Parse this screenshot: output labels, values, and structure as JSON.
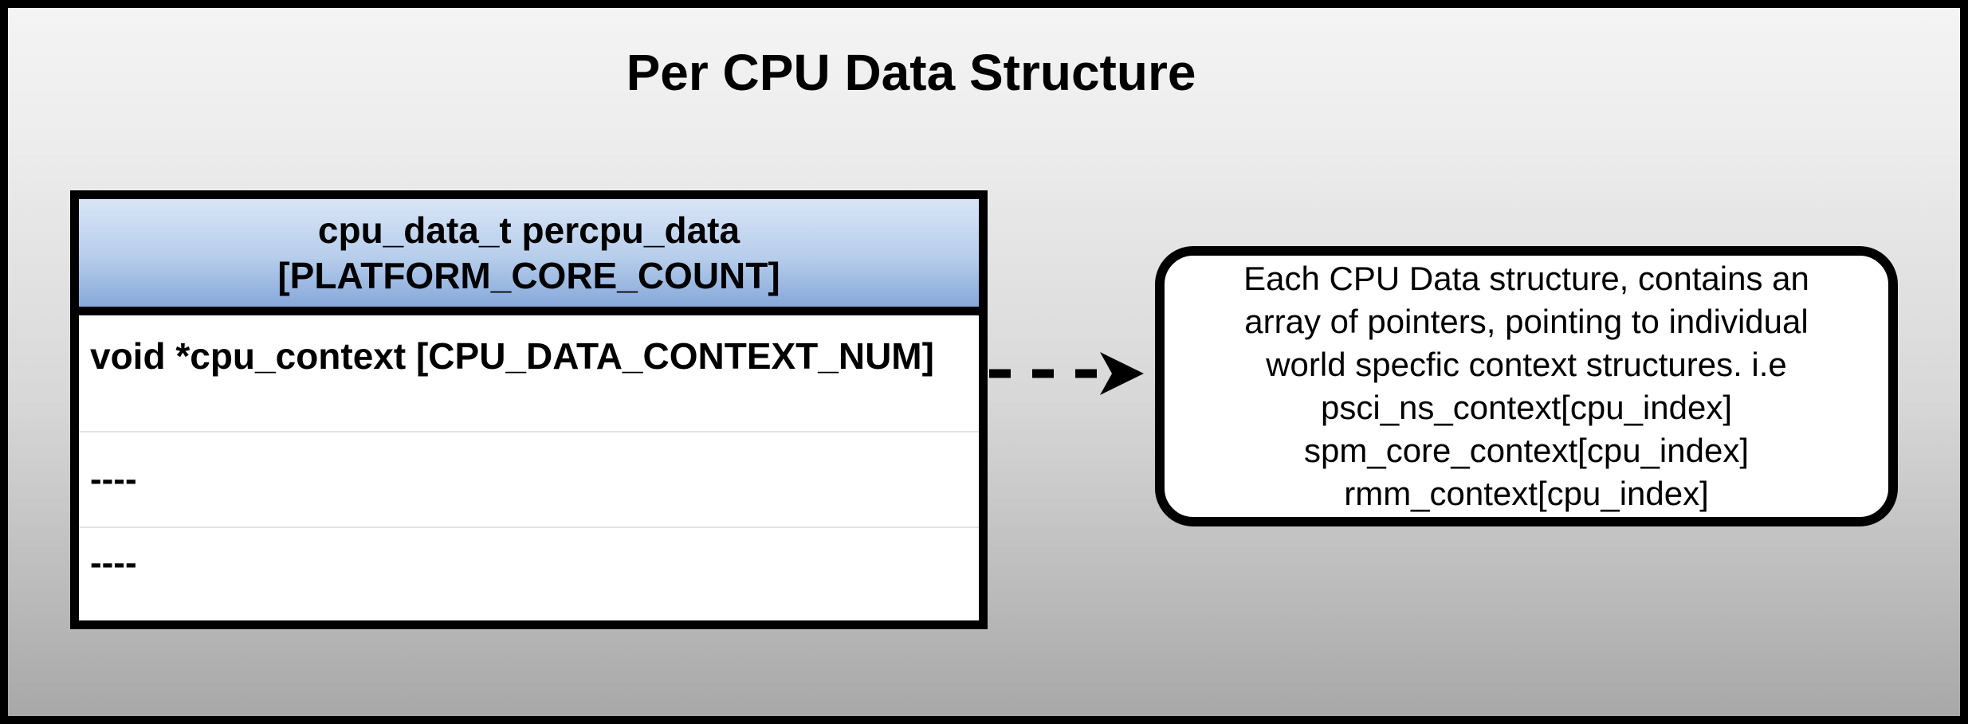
{
  "title": "Per CPU Data Structure",
  "table": {
    "header_line1": "cpu_data_t percpu_data",
    "header_line2": "[PLATFORM_CORE_COUNT]",
    "rows": [
      {
        "text": "void *cpu_context [CPU_DATA_CONTEXT_NUM]"
      },
      {
        "text": "----"
      },
      {
        "text": "----"
      }
    ]
  },
  "callout": {
    "lines": [
      "Each CPU Data structure, contains an",
      "array of pointers, pointing to individual",
      "world specfic context structures. i.e",
      "psci_ns_context[cpu_index]",
      "spm_core_context[cpu_index]",
      "rmm_context[cpu_index]"
    ]
  },
  "icons": {
    "arrow": "dashed-right-arrow"
  },
  "colors": {
    "page_gradient_top": "#f4f4f4",
    "page_gradient_bottom": "#a8a8a8",
    "outer_border": "#000000",
    "header_gradient_top": "#d9e5f6",
    "header_gradient_bottom": "#86a8da",
    "table_border": "#000000",
    "row_divider": "#e4e4e4",
    "callout_background": "#ffffff",
    "text": "#000000"
  }
}
